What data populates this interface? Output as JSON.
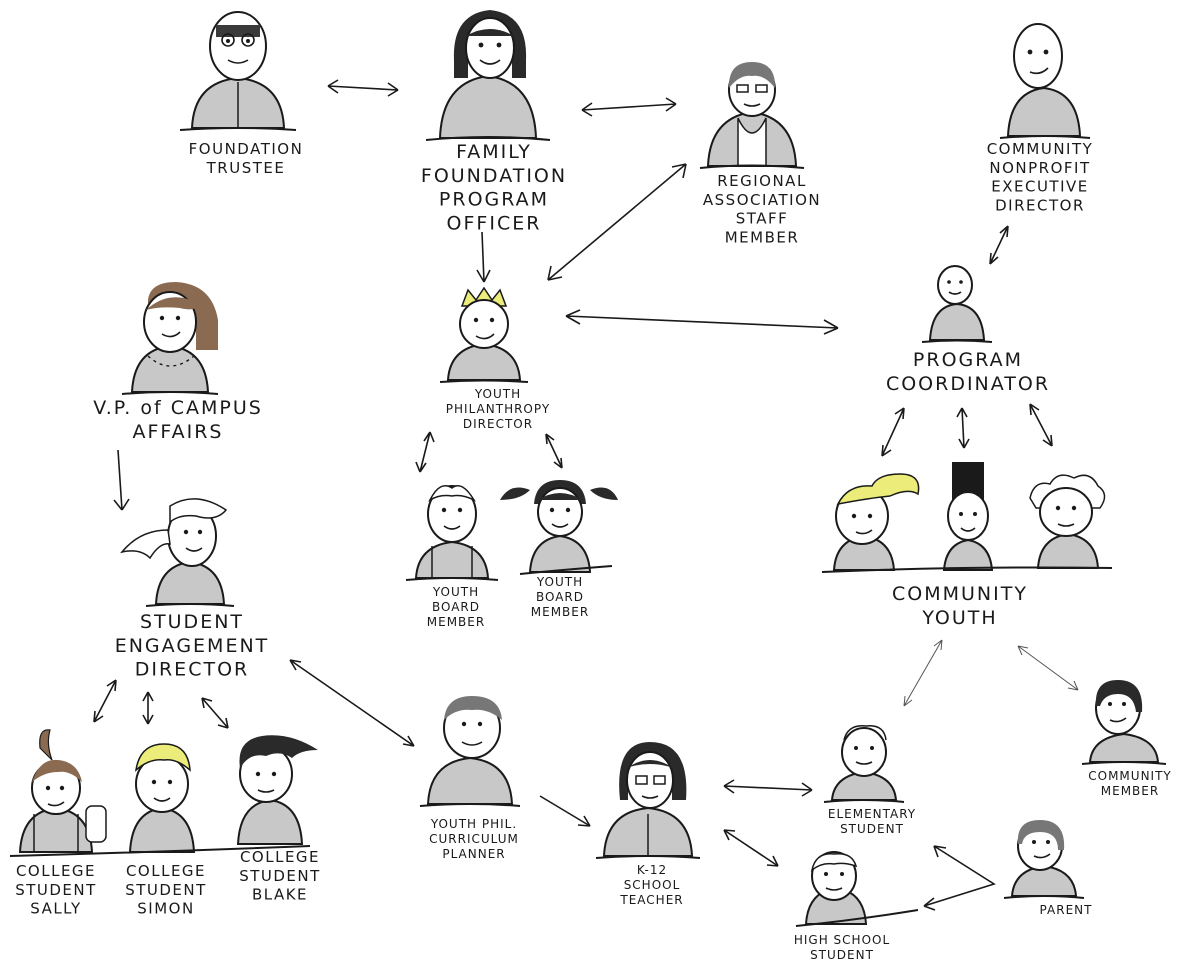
{
  "colors": {
    "ink": "#1a1a1a",
    "body_gray": "#c8c8c8",
    "hair_dark": "#2a2a2a",
    "hair_brown": "#8a6b52",
    "hair_blond": "#ecec7a",
    "hair_gray": "#777777"
  },
  "labels": {
    "foundation_trustee": [
      "FOUNDATION",
      "TRUSTEE"
    ],
    "program_officer": [
      "FAMILY",
      "FOUNDATION",
      "PROGRAM",
      "OFFICER"
    ],
    "regional_association": [
      "REGIONAL",
      "ASSOCIATION",
      "STAFF",
      "MEMBER"
    ],
    "nonprofit_director": [
      "COMMUNITY",
      "NONPROFIT",
      "EXECUTIVE",
      "DIRECTOR"
    ],
    "program_coordinator": [
      "PROGRAM",
      "COORDINATOR"
    ],
    "youth_phil_director": [
      "YOUTH",
      "PHILANTHROPY",
      "DIRECTOR"
    ],
    "youth_board_member_1": [
      "YOUTH",
      "BOARD",
      "MEMBER"
    ],
    "youth_board_member_2": [
      "YOUTH",
      "BOARD",
      "MEMBER"
    ],
    "vp_campus_affairs": [
      "V.P. of CAMPUS",
      "AFFAIRS"
    ],
    "student_engagement_director": [
      "STUDENT",
      "ENGAGEMENT",
      "DIRECTOR"
    ],
    "community_youth": [
      "COMMUNITY",
      "YOUTH"
    ],
    "college_sally": [
      "COLLEGE",
      "STUDENT",
      "SALLY"
    ],
    "college_simon": [
      "COLLEGE",
      "STUDENT",
      "SIMON"
    ],
    "college_blake": [
      "COLLEGE",
      "STUDENT",
      "BLAKE"
    ],
    "curriculum_planner": [
      "YOUTH PHIL.",
      "CURRICULUM",
      "PLANNER"
    ],
    "school_teacher": [
      "K-12",
      "SCHOOL",
      "TEACHER"
    ],
    "elementary_student": [
      "ELEMENTARY",
      "STUDENT"
    ],
    "high_school_student": [
      "HIGH SCHOOL",
      "STUDENT"
    ],
    "community_member": [
      "COMMUNITY",
      "MEMBER"
    ],
    "parent": [
      "PARENT"
    ]
  }
}
